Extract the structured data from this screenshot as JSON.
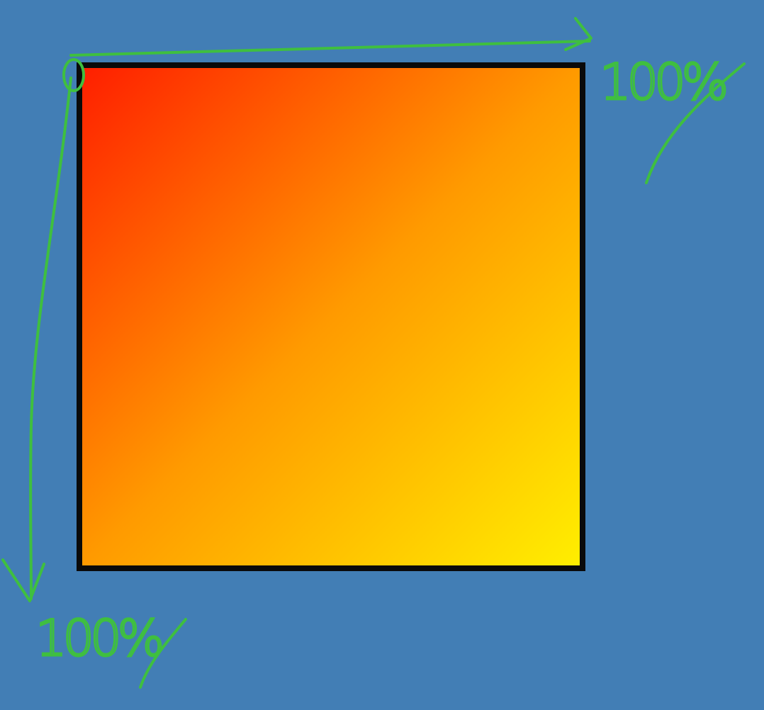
{
  "colors": {
    "background": "#427eb5",
    "border": "#0a0a0a",
    "annotation": "#3fbf3f",
    "gradient_start": "#ff1f00",
    "gradient_mid": "#ff9a00",
    "gradient_end": "#ffee00"
  },
  "annotations": {
    "origin_label": "0",
    "x_axis_label": "100%",
    "y_axis_label": "100%"
  }
}
